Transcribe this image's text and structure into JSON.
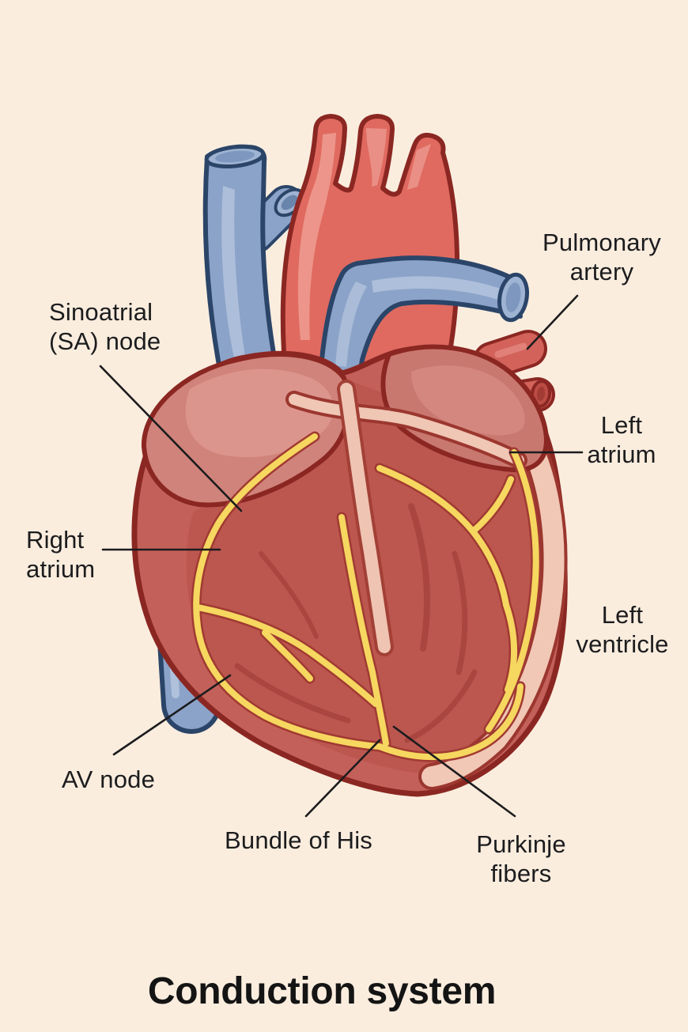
{
  "title": "Conduction system",
  "labels": {
    "sa_node": {
      "line1": "Sinoatrial",
      "line2": "(SA) node"
    },
    "pulmonary_artery": {
      "line1": "Pulmonary",
      "line2": "artery"
    },
    "left_atrium": {
      "line1": "Left",
      "line2": "atrium"
    },
    "right_atrium": {
      "line1": "Right",
      "line2": "atrium"
    },
    "left_ventricle": {
      "line1": "Left",
      "line2": "ventricle"
    },
    "av_node": {
      "line1": "AV node"
    },
    "bundle_of_his": {
      "line1": "Bundle of His"
    },
    "purkinje_fibers": {
      "line1": "Purkinje",
      "line2": "fibers"
    }
  },
  "colors": {
    "background": "#FAEDDE",
    "text": "#1C1C1E",
    "vein_blue": "#8CA3C9",
    "vein_blue_outline": "#2B4568",
    "artery_red": "#E06A60",
    "artery_red_outline": "#8B2722",
    "heart_wall": "#C4605A",
    "heart_interior": "#BC5750",
    "atrium_pink": "#D0837B",
    "cut_edge_pink": "#F1C7B5",
    "conduction_yellow": "#F6D75F",
    "leader_line": "#1C1C1E"
  }
}
